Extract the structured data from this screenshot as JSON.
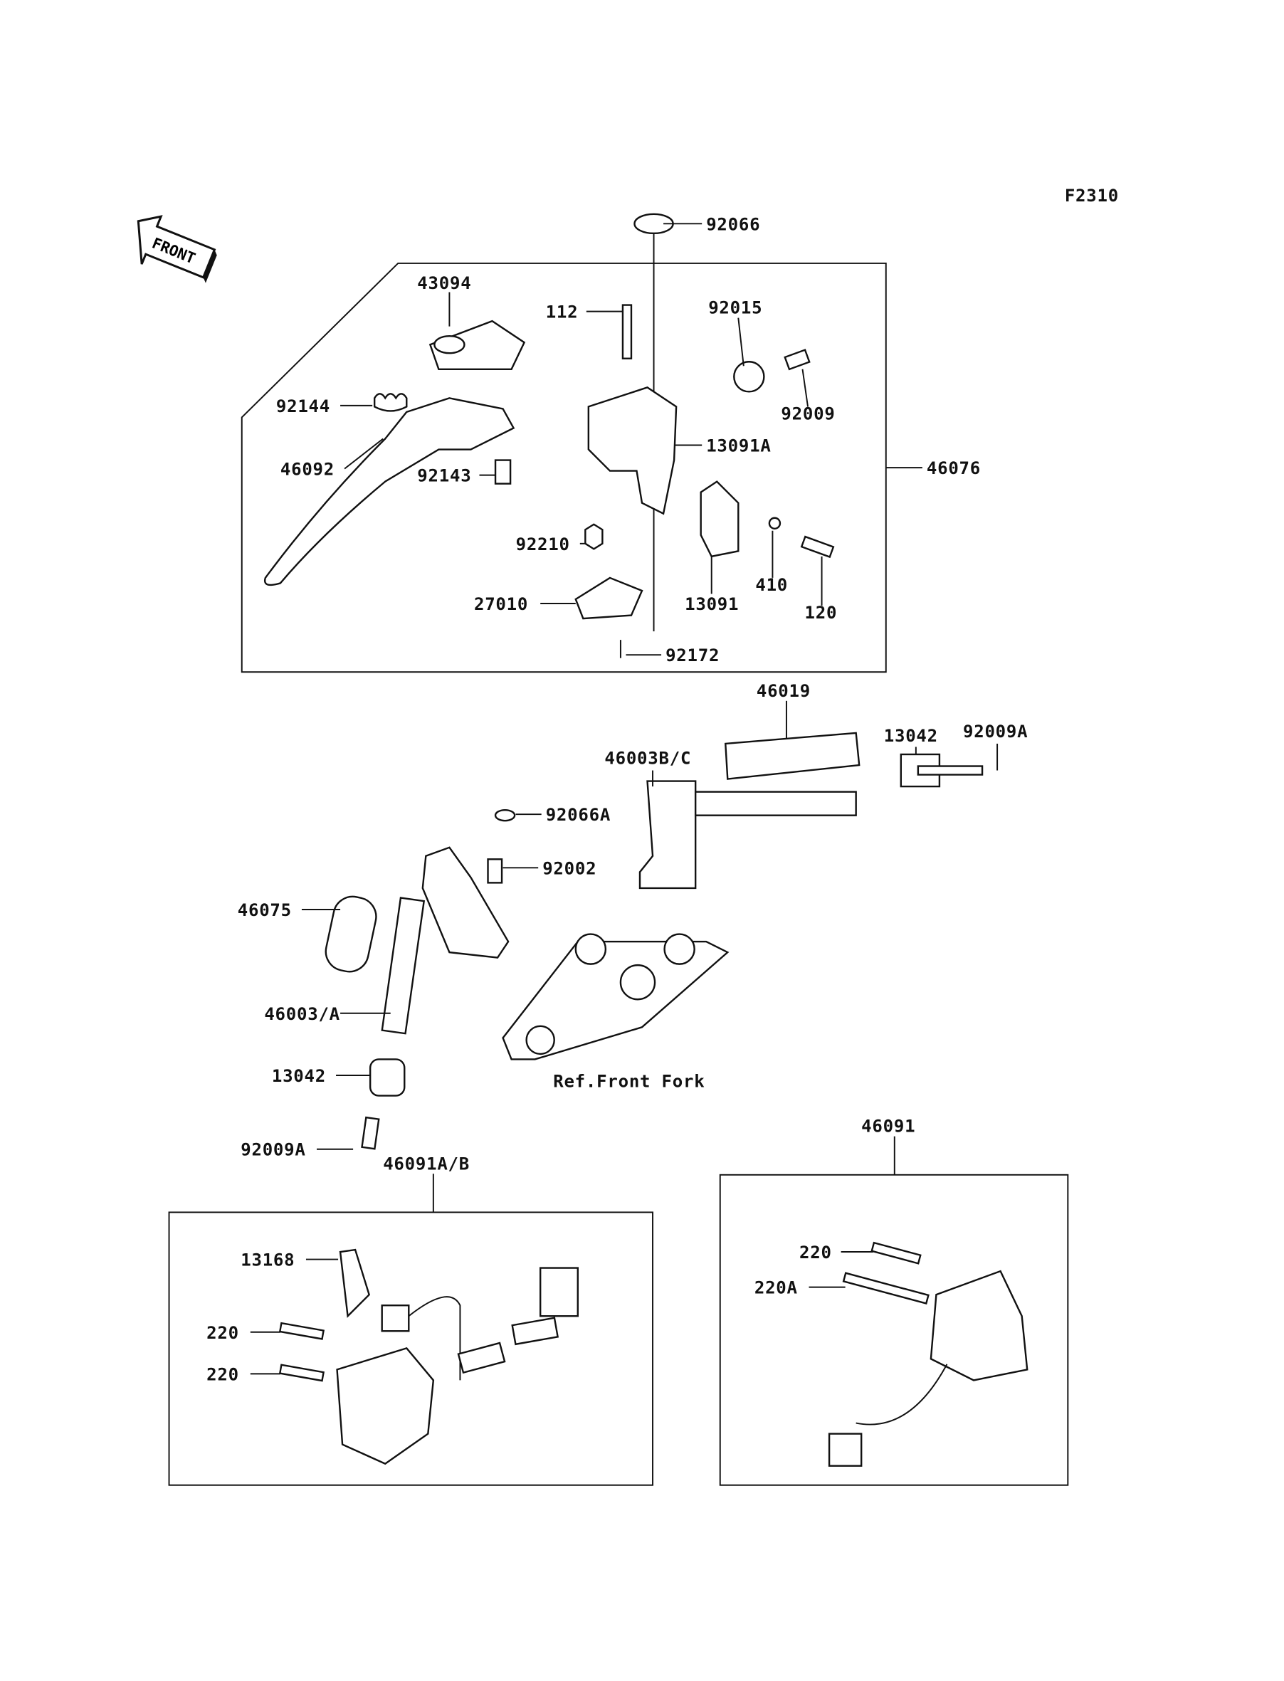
{
  "figure_code": "F2310",
  "front_arrow": "FRONT",
  "reference_note": "Ref.Front Fork",
  "labels": [
    "92066",
    "43094",
    "112",
    "92015",
    "92144",
    "92009",
    "46092",
    "92143",
    "13091A",
    "46076",
    "92210",
    "410",
    "120",
    "13091",
    "27010",
    "92172",
    "46019",
    "13042",
    "92009A",
    "46003B/C",
    "92066A",
    "92002",
    "46075",
    "46003/A",
    "13042",
    "92009A",
    "46091A/B",
    "46091",
    "13168",
    "220",
    "220",
    "220",
    "220A"
  ]
}
